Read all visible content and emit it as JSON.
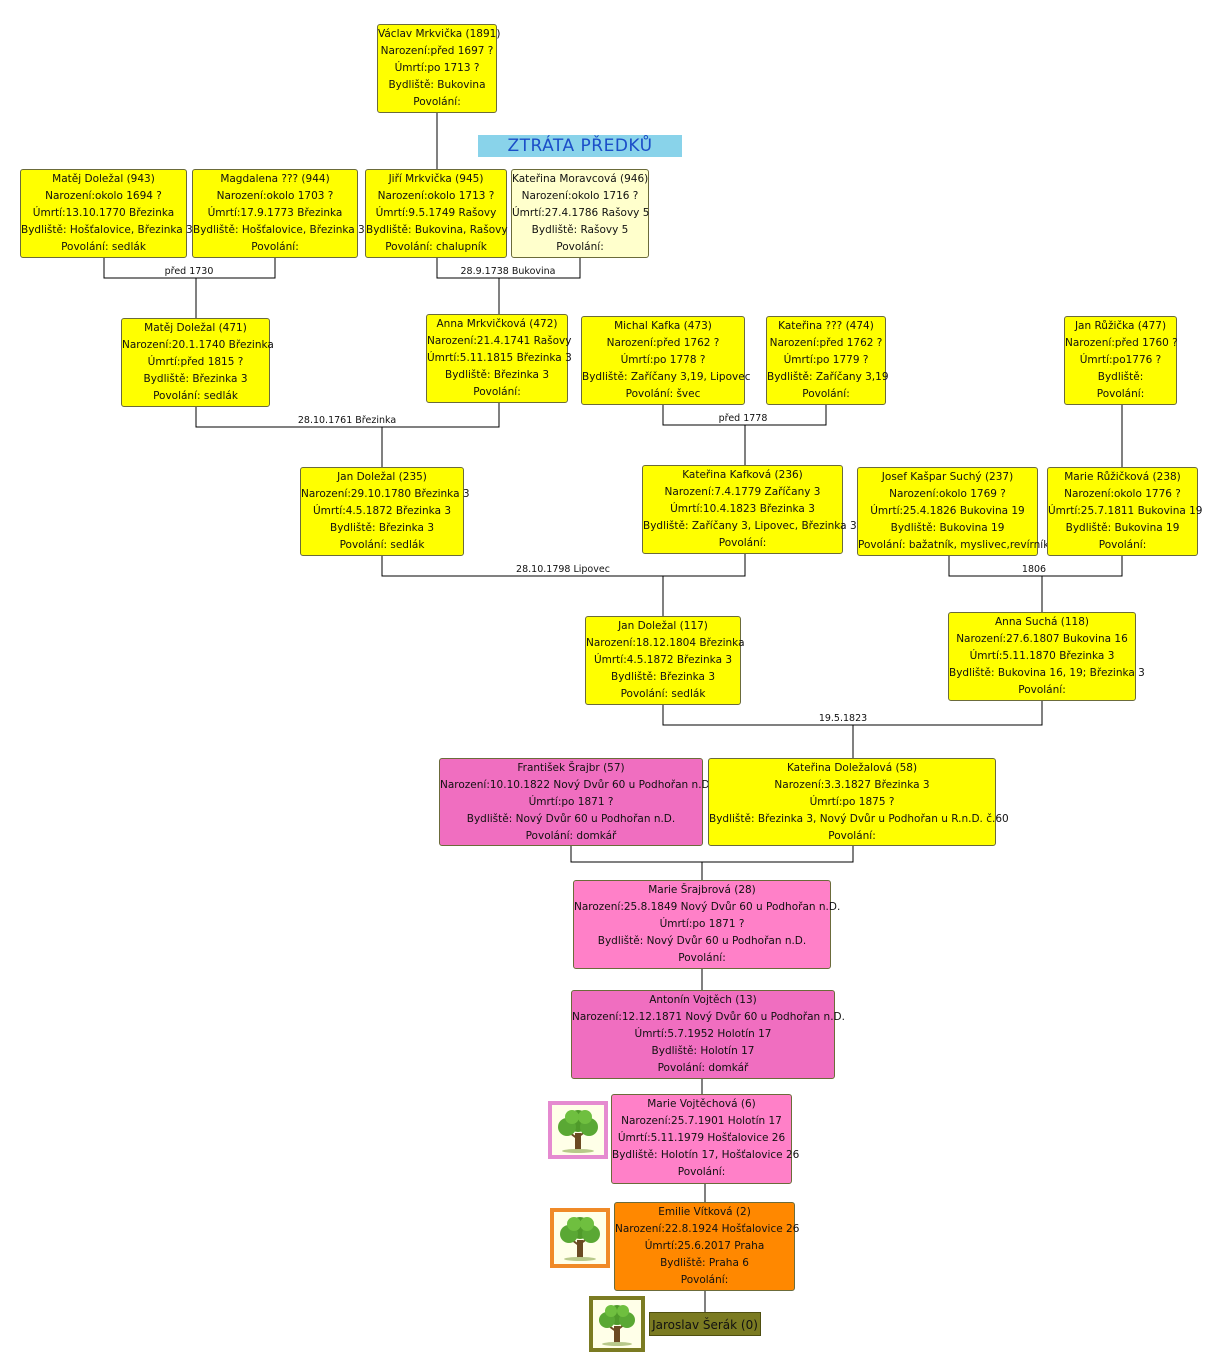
{
  "banner": "ZTRÁTA PŘEDKŮ",
  "people": {
    "p1891": {
      "name": "Václav Mrkvička (1891)",
      "l1": "Narození:před 1697 ?",
      "l2": "Úmrtí:po 1713  ?",
      "l3": "Bydliště: Bukovina",
      "l4": "Povolání:"
    },
    "p943": {
      "name": "Matěj Doležal (943)",
      "l1": "Narození:okolo 1694 ?",
      "l2": "Úmrtí:13.10.1770  Březinka",
      "l3": "Bydliště: Hošťalovice, Březinka 3",
      "l4": "Povolání: sedlák"
    },
    "p944": {
      "name": "Magdalena ??? (944)",
      "l1": "Narození:okolo 1703 ?",
      "l2": "Úmrtí:17.9.1773  Březinka",
      "l3": "Bydliště: Hošťalovice, Březinka 3",
      "l4": "Povolání:"
    },
    "p945": {
      "name": "Jiří  Mrkvička (945)",
      "l1": "Narození:okolo 1713 ?",
      "l2": "Úmrtí:9.5.1749  Rašovy",
      "l3": "Bydliště: Bukovina, Rašovy",
      "l4": "Povolání: chalupník"
    },
    "p946": {
      "name": "Kateřina  Moravcová (946)",
      "l1": "Narození:okolo 1716 ?",
      "l2": "Úmrtí:27.4.1786  Rašovy 5",
      "l3": "Bydliště: Rašovy 5",
      "l4": "Povolání:"
    },
    "p471": {
      "name": "Matěj Doležal (471)",
      "l1": "Narození:20.1.1740 Březinka",
      "l2": "Úmrtí:před 1815  ?",
      "l3": "Bydliště: Březinka 3",
      "l4": "Povolání: sedlák"
    },
    "p472": {
      "name": "Anna Mrkvičková (472)",
      "l1": "Narození:21.4.1741 Rašovy",
      "l2": "Úmrtí:5.11.1815  Březinka 3",
      "l3": "Bydliště: Březinka 3",
      "l4": "Povolání:"
    },
    "p473": {
      "name": "Michal Kafka (473)",
      "l1": "Narození:před 1762 ?",
      "l2": "Úmrtí:po 1778  ?",
      "l3": "Bydliště: Zaříčany 3,19, Lipovec",
      "l4": "Povolání: švec"
    },
    "p474": {
      "name": "Kateřina ??? (474)",
      "l1": "Narození:před 1762 ?",
      "l2": "Úmrtí:po 1779  ?",
      "l3": "Bydliště: Zaříčany 3,19",
      "l4": "Povolání:"
    },
    "p477": {
      "name": "Jan Růžička (477)",
      "l1": "Narození:před 1760 ?",
      "l2": "Úmrtí:po1776  ?",
      "l3": "Bydliště:",
      "l4": "Povolání:"
    },
    "p235": {
      "name": "Jan  Doležal (235)",
      "l1": "Narození:29.10.1780 Březinka 3",
      "l2": "Úmrtí:4.5.1872  Březinka 3",
      "l3": "Bydliště: Březinka 3",
      "l4": "Povolání: sedlák"
    },
    "p236": {
      "name": "Kateřina Kafková (236)",
      "l1": "Narození:7.4.1779 Zaříčany 3",
      "l2": "Úmrtí:10.4.1823  Březinka 3",
      "l3": "Bydliště: Zaříčany 3, Lipovec, Březinka 3",
      "l4": "Povolání:"
    },
    "p237": {
      "name": "Josef Kašpar Suchý (237)",
      "l1": "Narození:okolo 1769 ?",
      "l2": "Úmrtí:25.4.1826  Bukovina 19",
      "l3": "Bydliště: Bukovina 19",
      "l4": "Povolání: bažatník, myslivec,revírník"
    },
    "p238": {
      "name": "Marie Růžičková (238)",
      "l1": "Narození:okolo 1776 ?",
      "l2": "Úmrtí:25.7.1811  Bukovina 19",
      "l3": "Bydliště: Bukovina 19",
      "l4": "Povolání:"
    },
    "p117": {
      "name": "Jan  Doležal (117)",
      "l1": "Narození:18.12.1804 Březinka",
      "l2": "Úmrtí:4.5.1872  Březinka 3",
      "l3": "Bydliště: Březinka 3",
      "l4": "Povolání: sedlák"
    },
    "p118": {
      "name": "Anna Suchá (118)",
      "l1": "Narození:27.6.1807  Bukovina 16",
      "l2": "Úmrtí:5.11.1870  Březinka 3",
      "l3": "Bydliště: Bukovina 16, 19; Březinka 3",
      "l4": "Povolání:"
    },
    "p57": {
      "name": "František Šrajbr (57)",
      "l1": "Narození:10.10.1822 Nový Dvůr 60 u Podhořan n.D.",
      "l2": "Úmrtí:po 1871  ?",
      "l3": "Bydliště: Nový Dvůr 60 u Podhořan n.D.",
      "l4": "Povolání: domkář"
    },
    "p58": {
      "name": "Kateřina Doležalová (58)",
      "l1": "Narození:3.3.1827 Březinka 3",
      "l2": "Úmrtí:po 1875  ?",
      "l3": "Bydliště: Březinka 3, Nový Dvůr u Podhořan u R.n.D. č.60",
      "l4": "Povolání:"
    },
    "p28": {
      "name": "Marie Šrajbrová (28)",
      "l1": "Narození:25.8.1849 Nový Dvůr 60 u Podhořan n.D.",
      "l2": "Úmrtí:po 1871  ?",
      "l3": "Bydliště: Nový Dvůr 60 u Podhořan n.D.",
      "l4": "Povolání:"
    },
    "p13": {
      "name": "Antonín Vojtěch (13)",
      "l1": "Narození:12.12.1871 Nový Dvůr 60 u Podhořan n.D.",
      "l2": "Úmrtí:5.7.1952  Holotín 17",
      "l3": "Bydliště: Holotín 17",
      "l4": "Povolání: domkář"
    },
    "p6": {
      "name": "Marie Vojtěchová (6)",
      "l1": "Narození:25.7.1901 Holotín 17",
      "l2": "Úmrtí:5.11.1979  Hošťalovice 26",
      "l3": "Bydliště: Holotín 17, Hošťalovice 26",
      "l4": "Povolání:"
    },
    "p2": {
      "name": "Emilie Vítková (2)",
      "l1": "Narození:22.8.1924 Hošťalovice 26",
      "l2": "Úmrtí:25.6.2017  Praha",
      "l3": "Bydliště: Praha 6",
      "l4": "Povolání:"
    },
    "p0": {
      "name": "Jaroslav Šerák (0)"
    }
  },
  "marriages": {
    "m943": "před 1730",
    "m945": "28.9.1738 Bukovina",
    "m471": "28.10.1761 Březinka",
    "m473": "před 1778",
    "m235": "28.10.1798 Lipovec",
    "m237": "1806",
    "m117": "19.5.1823"
  },
  "colors": {
    "ancestor": "#ffff00",
    "lost_ancestor": "#ffffcc",
    "gen_great": "#f06ec0",
    "grandparent": "#ff80c8",
    "parent": "#ff8800",
    "self": "#7b7b22",
    "banner_bg": "#89d3ea",
    "banner_text": "#1b4ec8"
  },
  "icons": [
    "tree-icon"
  ]
}
